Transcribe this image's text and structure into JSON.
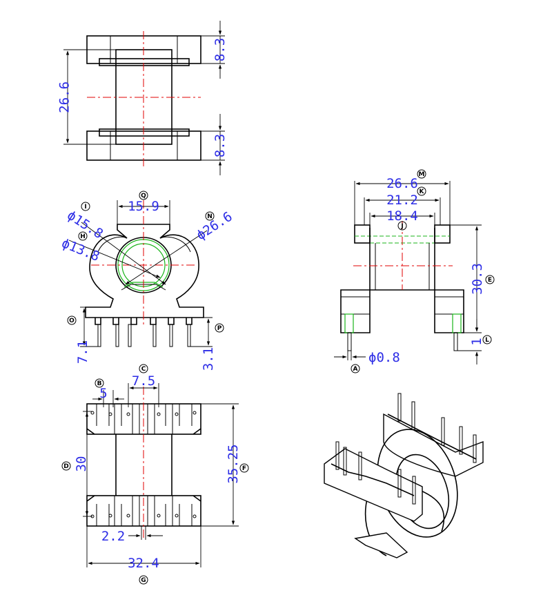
{
  "dimensions": {
    "top_height": "26.6",
    "top_flange_upper": "8.3",
    "top_flange_lower": "8.3",
    "front_width": "15.9",
    "front_dia_outer": "ϕ26.6",
    "front_dia_inner1": "ϕ15.8",
    "front_dia_inner2": "ϕ13.8",
    "front_pin_len": "7.1",
    "front_pin_tip": "3.1",
    "side_width_outer": "26.6",
    "side_width_mid": "21.2",
    "side_width_inner": "18.4",
    "side_height": "30.3",
    "side_pin_stub": "1",
    "side_pin_dia": "ϕ0.8",
    "bottom_pitch_small": "5",
    "bottom_pitch_large": "7.5",
    "bottom_height_inner": "30",
    "bottom_height_outer": "35.25",
    "bottom_slot": "2.2",
    "bottom_width": "32.4"
  },
  "tags": {
    "A": "A",
    "B": "B",
    "C": "C",
    "D": "D",
    "E": "E",
    "F": "F",
    "G": "G",
    "H": "H",
    "I": "I",
    "J": "J",
    "K": "K",
    "L": "L",
    "M": "M",
    "N": "N",
    "O": "O",
    "P": "P",
    "Q": "Q"
  },
  "colors": {
    "dimension_text": "#2d2de6",
    "centerline": "#e00000",
    "hidden_green": "#19b419",
    "outline": "#000000"
  }
}
